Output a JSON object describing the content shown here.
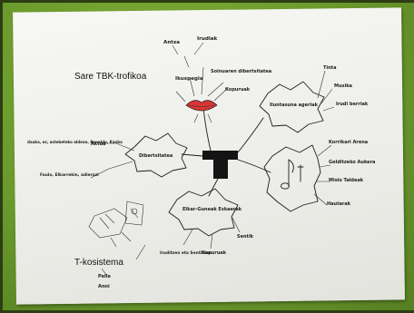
{
  "photo": {
    "background_color": "#6a9a2c",
    "paper_color": "#f3f3ef",
    "ink_color": "#1d1d1d",
    "accent_color": "#d83535"
  },
  "title": "Sare TBK-trofikoa",
  "footer_label": "T-kosistema",
  "center": {
    "symbol": "T"
  },
  "nodes": {
    "top": {
      "labels": [
        "Antza",
        "Irudiak",
        "Ikuspegia",
        "Soinuaren dibertsitatea",
        "Kopuruak"
      ]
    },
    "left": {
      "label": "Dibertsitatea",
      "side_labels": [
        "Aktua",
        "dauka, ez, astebeteko aldean, Ronaldo, Kanba",
        "Faulo, Elkarrekin, adierazi"
      ]
    },
    "right_top": {
      "label": "Iluntasuna ageriak",
      "side_labels": [
        "Tinta",
        "Musika",
        "Irudi berriak"
      ]
    },
    "right_mid": {
      "side_labels": [
        "Korrikari Arena",
        "Gelditzeko Aukera",
        "Misio Taldeak",
        "Hautarak"
      ]
    },
    "bottom": {
      "label": "Elkar-Guneak Eskaerak",
      "side_labels": [
        "Iruditzen eta Sentitzen",
        "Kopuruak",
        "Sentik"
      ]
    },
    "bottom_left": {
      "side_labels": [
        "Pelle",
        "Anni"
      ]
    }
  }
}
